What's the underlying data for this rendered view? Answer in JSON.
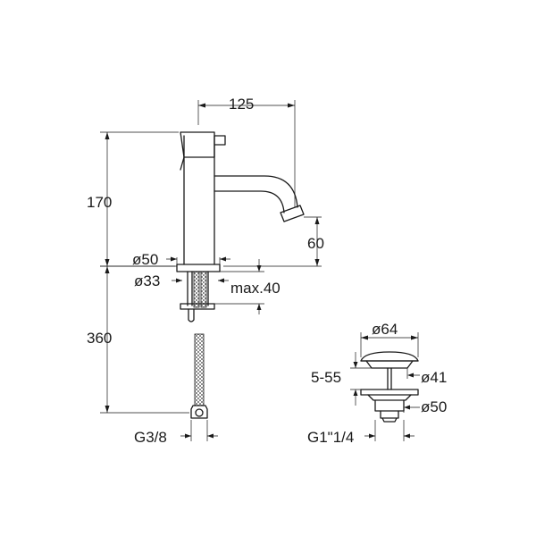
{
  "dimensions": {
    "spout_reach": "125",
    "total_height": "170",
    "spout_height": "60",
    "base_diameter": "ø50",
    "shank_diameter": "ø33",
    "max_thickness": "max.40",
    "hose_length": "360",
    "connection_thread": "G3/8",
    "waste_top_diameter": "ø64",
    "waste_range": "5-55",
    "waste_body_diameter": "ø41",
    "waste_flange_diameter": "ø50",
    "waste_thread": "G1\"1/4"
  }
}
